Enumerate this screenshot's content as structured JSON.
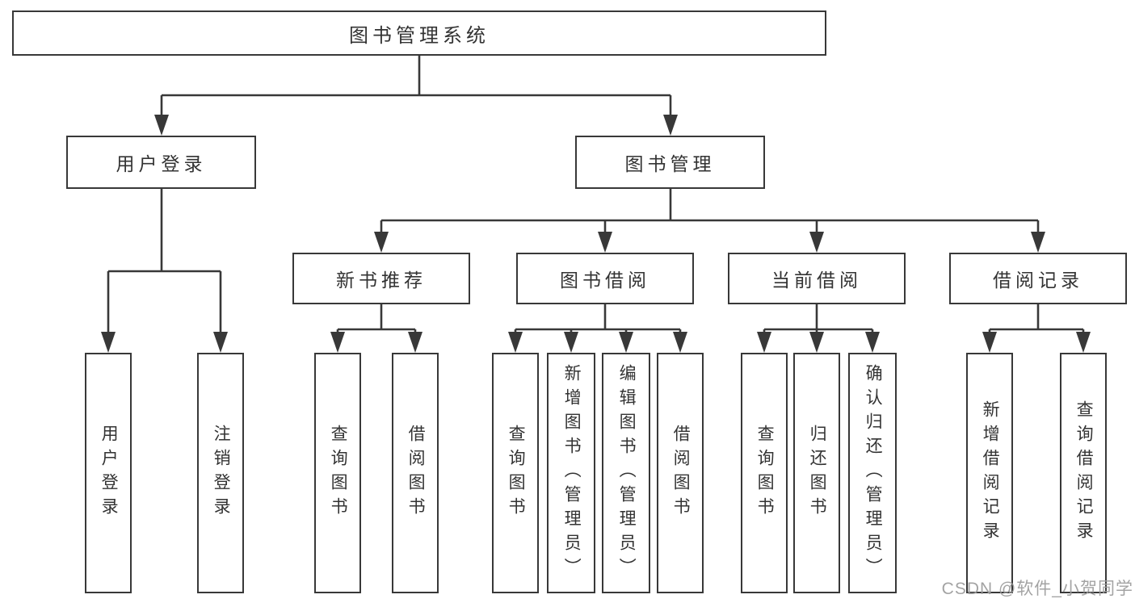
{
  "tree": {
    "root": {
      "label": "图书管理系统",
      "children": [
        {
          "label": "用户登录",
          "children": [
            {
              "label": "用户登录"
            },
            {
              "label": "注销登录"
            }
          ]
        },
        {
          "label": "图书管理",
          "children": [
            {
              "label": "新书推荐",
              "children": [
                {
                  "label": "查询图书"
                },
                {
                  "label": "借阅图书"
                }
              ]
            },
            {
              "label": "图书借阅",
              "children": [
                {
                  "label": "查询图书"
                },
                {
                  "label": "新增图书（管理员）"
                },
                {
                  "label": "编辑图书（管理员）"
                },
                {
                  "label": "借阅图书"
                }
              ]
            },
            {
              "label": "当前借阅",
              "children": [
                {
                  "label": "查询图书"
                },
                {
                  "label": "归还图书"
                },
                {
                  "label": "确认归还（管理员）"
                }
              ]
            },
            {
              "label": "借阅记录",
              "children": [
                {
                  "label": "新增借阅记录"
                },
                {
                  "label": "查询借阅记录"
                }
              ]
            }
          ]
        }
      ]
    }
  },
  "watermark": {
    "text": "CSDN @软件_小贺同学"
  },
  "colors": {
    "line": "#383838",
    "box_border": "#383838",
    "text": "#333333",
    "watermark_text": "#9c9c9c",
    "background": "#ffffff"
  }
}
